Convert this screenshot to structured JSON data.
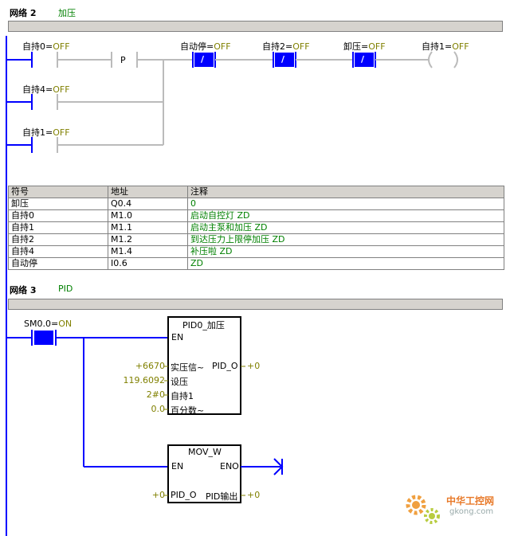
{
  "network2": {
    "header": "网络 2",
    "title": "加压",
    "contacts": [
      {
        "name": "自持0",
        "state": "OFF"
      },
      {
        "name": "P",
        "state": ""
      },
      {
        "name": "自动停",
        "state": "OFF",
        "sym": "/"
      },
      {
        "name": "自持2",
        "state": "OFF",
        "sym": "/"
      },
      {
        "name": "卸压",
        "state": "OFF",
        "sym": "/"
      },
      {
        "name": "自持1",
        "state": "OFF"
      },
      {
        "name": "自持4",
        "state": "OFF"
      },
      {
        "name": "自持1",
        "state": "OFF"
      }
    ]
  },
  "symbol_table": {
    "headers": [
      "符号",
      "地址",
      "注释"
    ],
    "rows": [
      {
        "symbol": "卸压",
        "address": "Q0.4",
        "comment": "0"
      },
      {
        "symbol": "自持0",
        "address": "M1.0",
        "comment": "启动自控灯 ZD"
      },
      {
        "symbol": "自持1",
        "address": "M1.1",
        "comment": "启动主泵和加压 ZD"
      },
      {
        "symbol": "自持2",
        "address": "M1.2",
        "comment": "到达压力上限停加压 ZD"
      },
      {
        "symbol": "自持4",
        "address": "M1.4",
        "comment": "补压啦 ZD"
      },
      {
        "symbol": "自动停",
        "address": "I0.6",
        "comment": "ZD"
      }
    ]
  },
  "network3": {
    "header": "网络 3",
    "title": "PID",
    "contact": {
      "name": "SM0.0",
      "state": "ON"
    },
    "pid_box": {
      "title": "PID0_加压",
      "en": "EN",
      "inputs": [
        {
          "value": "+6670",
          "pin": "实压信~"
        },
        {
          "value": "119.6092",
          "pin": "设压"
        },
        {
          "value": "2#0",
          "pin": "自持1"
        },
        {
          "value": "0.0",
          "pin": "百分数~"
        }
      ],
      "output_pin": "PID_O",
      "output_value": "+0"
    },
    "mov_box": {
      "title": "MOV_W",
      "en": "EN",
      "eno": "ENO",
      "input_value": "+0",
      "input_pin": "PID_O",
      "output_pin": "PID输出",
      "output_value": "+0"
    }
  },
  "watermark": {
    "brand": "中华工控网",
    "url": "gkong.com"
  }
}
